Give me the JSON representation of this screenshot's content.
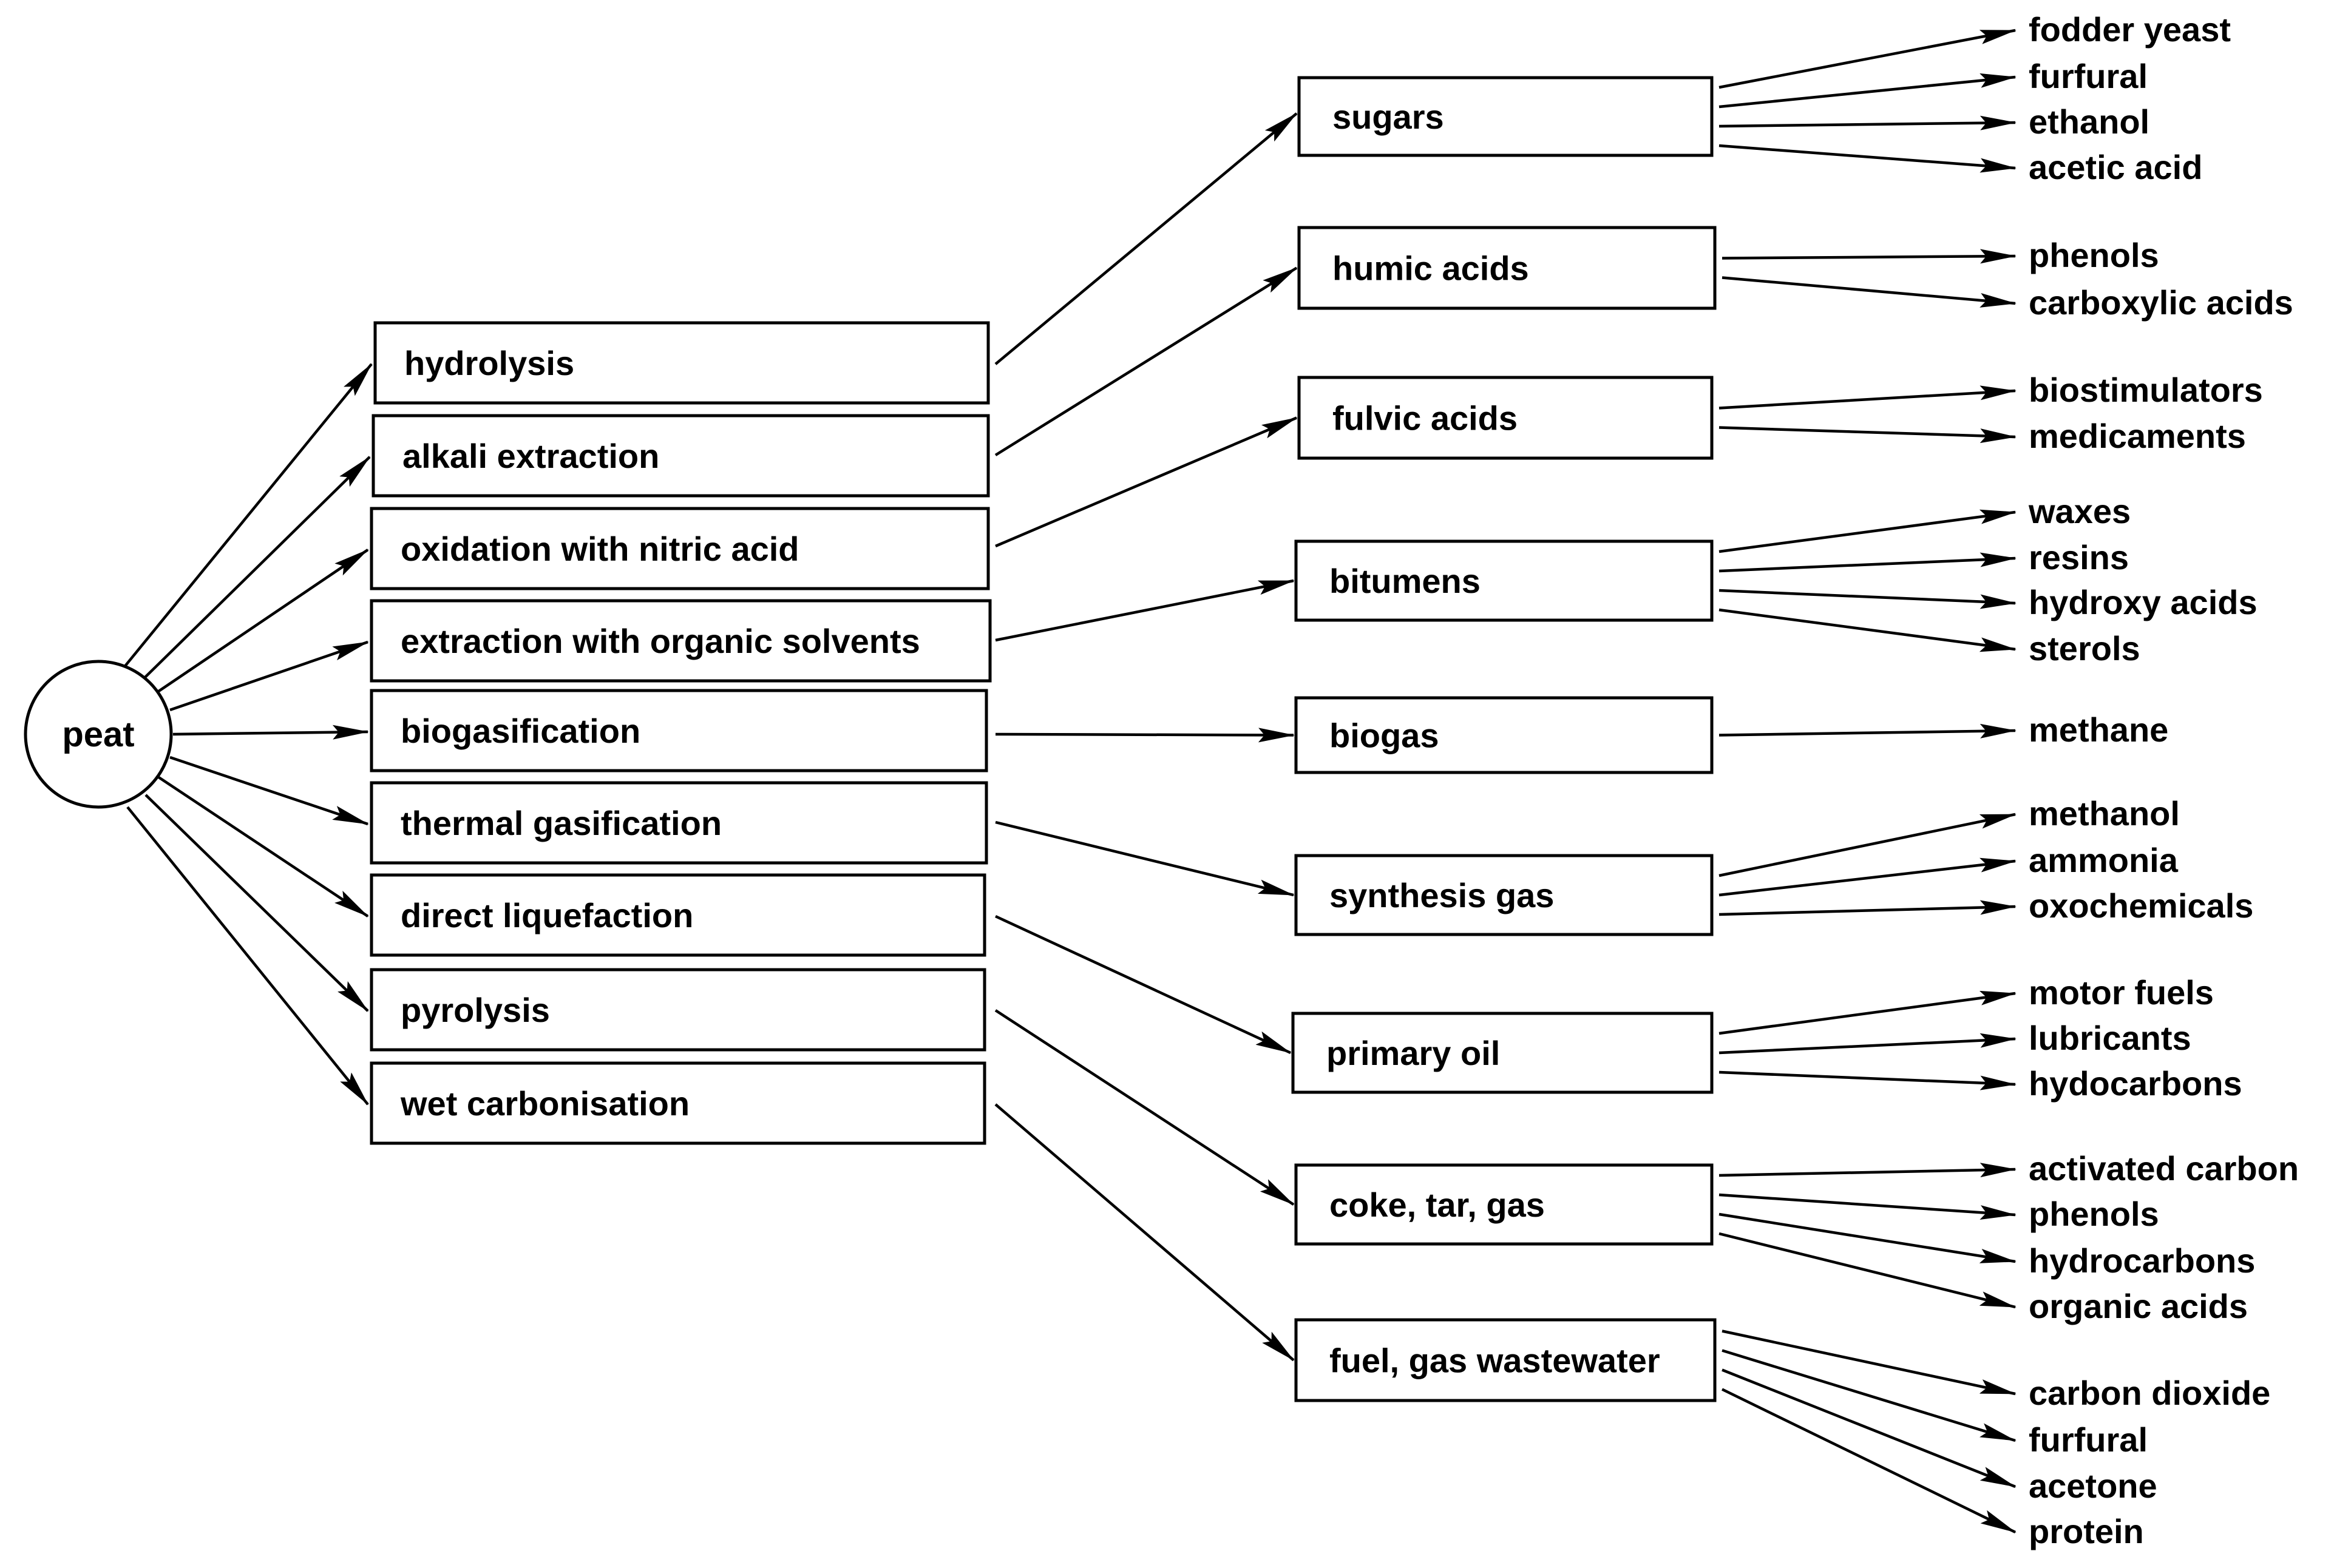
{
  "root": {
    "label": "peat"
  },
  "processes": [
    {
      "label": "hydrolysis"
    },
    {
      "label": "alkali extraction"
    },
    {
      "label": "oxidation with nitric acid"
    },
    {
      "label": "extraction with organic solvents"
    },
    {
      "label": "biogasification"
    },
    {
      "label": "thermal gasification"
    },
    {
      "label": "direct liquefaction"
    },
    {
      "label": "pyrolysis"
    },
    {
      "label": "wet carbonisation"
    }
  ],
  "intermediates": [
    {
      "label": "sugars",
      "products": [
        "fodder yeast",
        "furfural",
        "ethanol",
        "acetic acid"
      ]
    },
    {
      "label": "humic acids",
      "products": [
        "phenols",
        "carboxylic acids"
      ]
    },
    {
      "label": "fulvic acids",
      "products": [
        "biostimulators",
        "medicaments"
      ]
    },
    {
      "label": "bitumens",
      "products": [
        "waxes",
        "resins",
        "hydroxy acids",
        "sterols"
      ]
    },
    {
      "label": "biogas",
      "products": [
        "methane"
      ]
    },
    {
      "label": "synthesis gas",
      "products": [
        "methanol",
        "ammonia",
        "oxochemicals"
      ]
    },
    {
      "label": "primary oil",
      "products": [
        "motor fuels",
        "lubricants",
        "hydocarbons"
      ]
    },
    {
      "label": "coke, tar, gas",
      "products": [
        "activated carbon",
        "phenols",
        "hydrocarbons",
        "organic acids"
      ]
    },
    {
      "label": "fuel, gas wastewater",
      "products": [
        "carbon dioxide",
        "furfural",
        "acetone",
        "protein"
      ]
    }
  ]
}
